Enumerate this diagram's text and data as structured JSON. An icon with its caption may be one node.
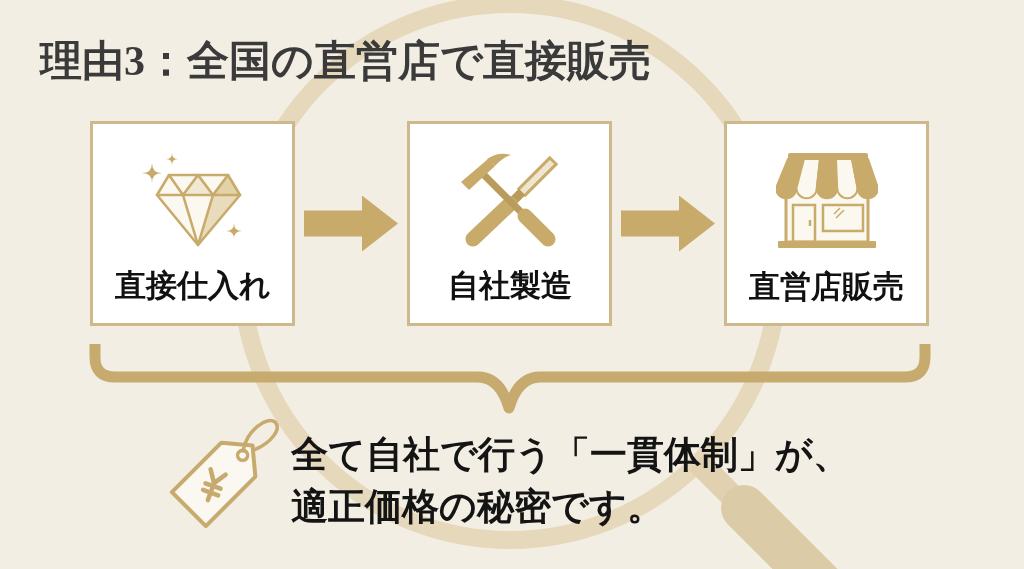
{
  "diagram": {
    "title": "理由3：全国の直営店で直接販売",
    "nodes": [
      {
        "text": [
          "直接仕入れ"
        ]
      },
      {
        "text": [
          "自社製造"
        ]
      },
      {
        "text": [
          "直営店販売"
        ]
      }
    ],
    "edges": [
      {
        "from": 0,
        "to": 1,
        "arrow": "to"
      },
      {
        "from": 1,
        "to": 2,
        "arrow": "to"
      }
    ],
    "labels": [
      "全て自社で行う「一貫体制」が、適正価格の秘密です。"
    ]
  }
}
